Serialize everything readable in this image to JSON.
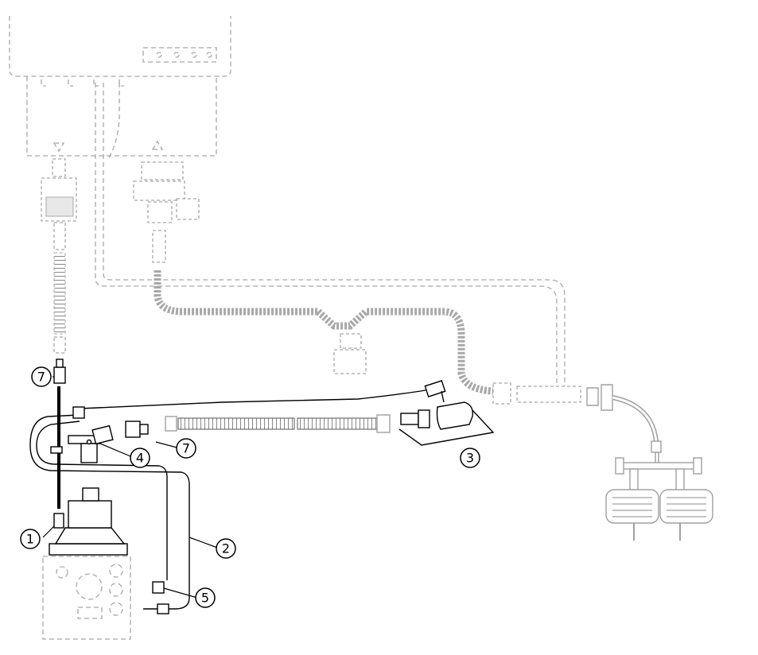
{
  "callouts": [
    {
      "id": "1",
      "label": "1"
    },
    {
      "id": "2",
      "label": "2"
    },
    {
      "id": "3",
      "label": "3"
    },
    {
      "id": "4",
      "label": "4"
    },
    {
      "id": "5",
      "label": "5"
    },
    {
      "id": "7a",
      "label": "7"
    },
    {
      "id": "7b",
      "label": "7"
    }
  ],
  "colors": {
    "ink": "#000000",
    "ghost": "#a8a8a8",
    "background": "#ffffff"
  }
}
